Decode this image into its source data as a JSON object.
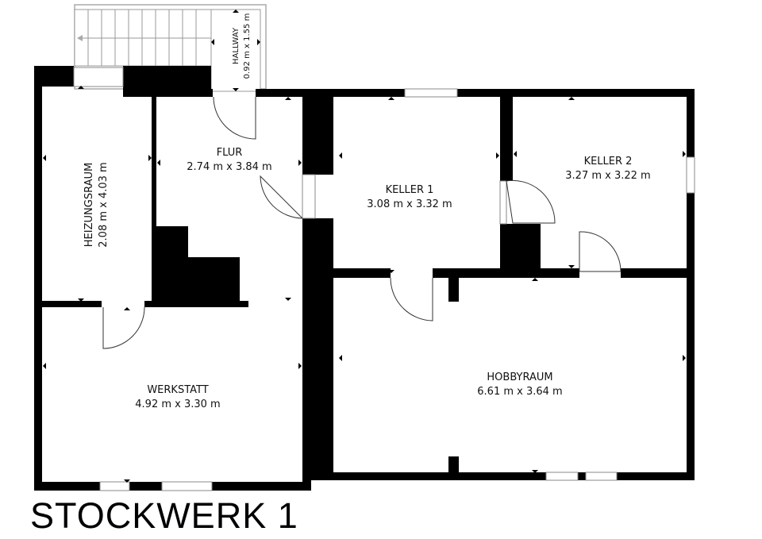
{
  "plan": {
    "title": "STOCKWERK 1",
    "rooms": [
      {
        "id": "hallway",
        "name": "HALLWAY",
        "dims": "0.92 m x 1.55 m"
      },
      {
        "id": "flur",
        "name": "FLUR",
        "dims": "2.74 m x 3.84 m"
      },
      {
        "id": "heizungsraum",
        "name": "HEIZUNGSRAUM",
        "dims": "2.08 m x 4.03 m"
      },
      {
        "id": "keller1",
        "name": "KELLER 1",
        "dims": "3.08 m x 3.32 m"
      },
      {
        "id": "keller2",
        "name": "KELLER 2",
        "dims": "3.27 m x 3.22 m"
      },
      {
        "id": "werkstatt",
        "name": "WERKSTATT",
        "dims": "4.92 m x 3.30 m"
      },
      {
        "id": "hobbyraum",
        "name": "HOBBYRAUM",
        "dims": "6.61 m x 3.64 m"
      }
    ]
  }
}
